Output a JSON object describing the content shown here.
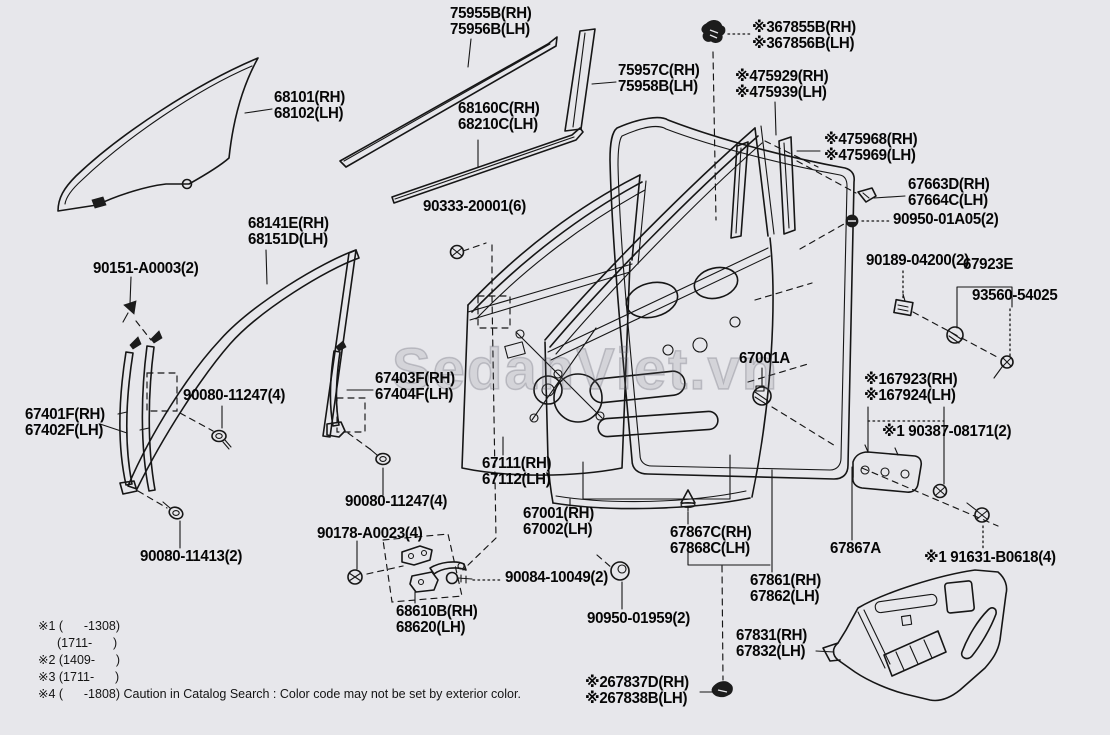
{
  "watermark": "SedanViet.vn",
  "labels": {
    "p75955": "75955B(RH)\n75956B(LH)",
    "p68101": "68101(RH)\n68102(LH)",
    "p75957": "75957C(RH)\n75958B(LH)",
    "p68160": "68160C(RH)\n68210C(LH)",
    "p67855": "※367855B(RH)\n※367856B(LH)",
    "p75929": "※475929(RH)\n※475939(LH)",
    "p75968": "※475968(RH)\n※475969(LH)",
    "p67663": "67663D(RH)\n67664C(LH)",
    "p90950a": "90950-01A05(2)",
    "p90333": "90333-20001(6)",
    "p68141": "68141E(RH)\n68151D(LH)",
    "p90151": "90151-A0003(2)",
    "p90189": "90189-04200(2)",
    "p67923E": "67923E",
    "p93560": "93560-54025",
    "p67401": "67401F(RH)\n67402F(LH)",
    "p90080a": "90080-11247(4)",
    "p67403": "67403F(RH)\n67404F(LH)",
    "p67001A": "67001A",
    "p67923": "※167923(RH)\n※167924(LH)",
    "p90387": "※1 90387-08171(2)",
    "p67111": "67111(RH)\n67112(LH)",
    "p90080b": "90080-11247(4)",
    "p90178": "90178-A0023(4)",
    "p67001": "67001(RH)\n67002(LH)",
    "p67867C": "67867C(RH)\n67868C(LH)",
    "p67867A": "67867A",
    "p90080c": "90080-11413(2)",
    "p90084": "90084-10049(2)",
    "p68610": "68610B(RH)\n68620(LH)",
    "p90950b": "90950-01959(2)",
    "p67861": "67861(RH)\n67862(LH)",
    "p91631": "※1 91631-B0618(4)",
    "p67831": "67831(RH)\n67832(LH)",
    "p67837": "※267837D(RH)\n※267838B(LH)"
  },
  "legend": {
    "lines": [
      "※1 (      -1308)",
      "(1711-      )",
      "※2 (1409-      )",
      "※3 (1711-      )",
      "※4 (      -1808) Caution in Catalog Search : Color code may not be set by exterior color."
    ]
  },
  "colors": {
    "background": "#e7e7eb",
    "line": "#161616"
  }
}
